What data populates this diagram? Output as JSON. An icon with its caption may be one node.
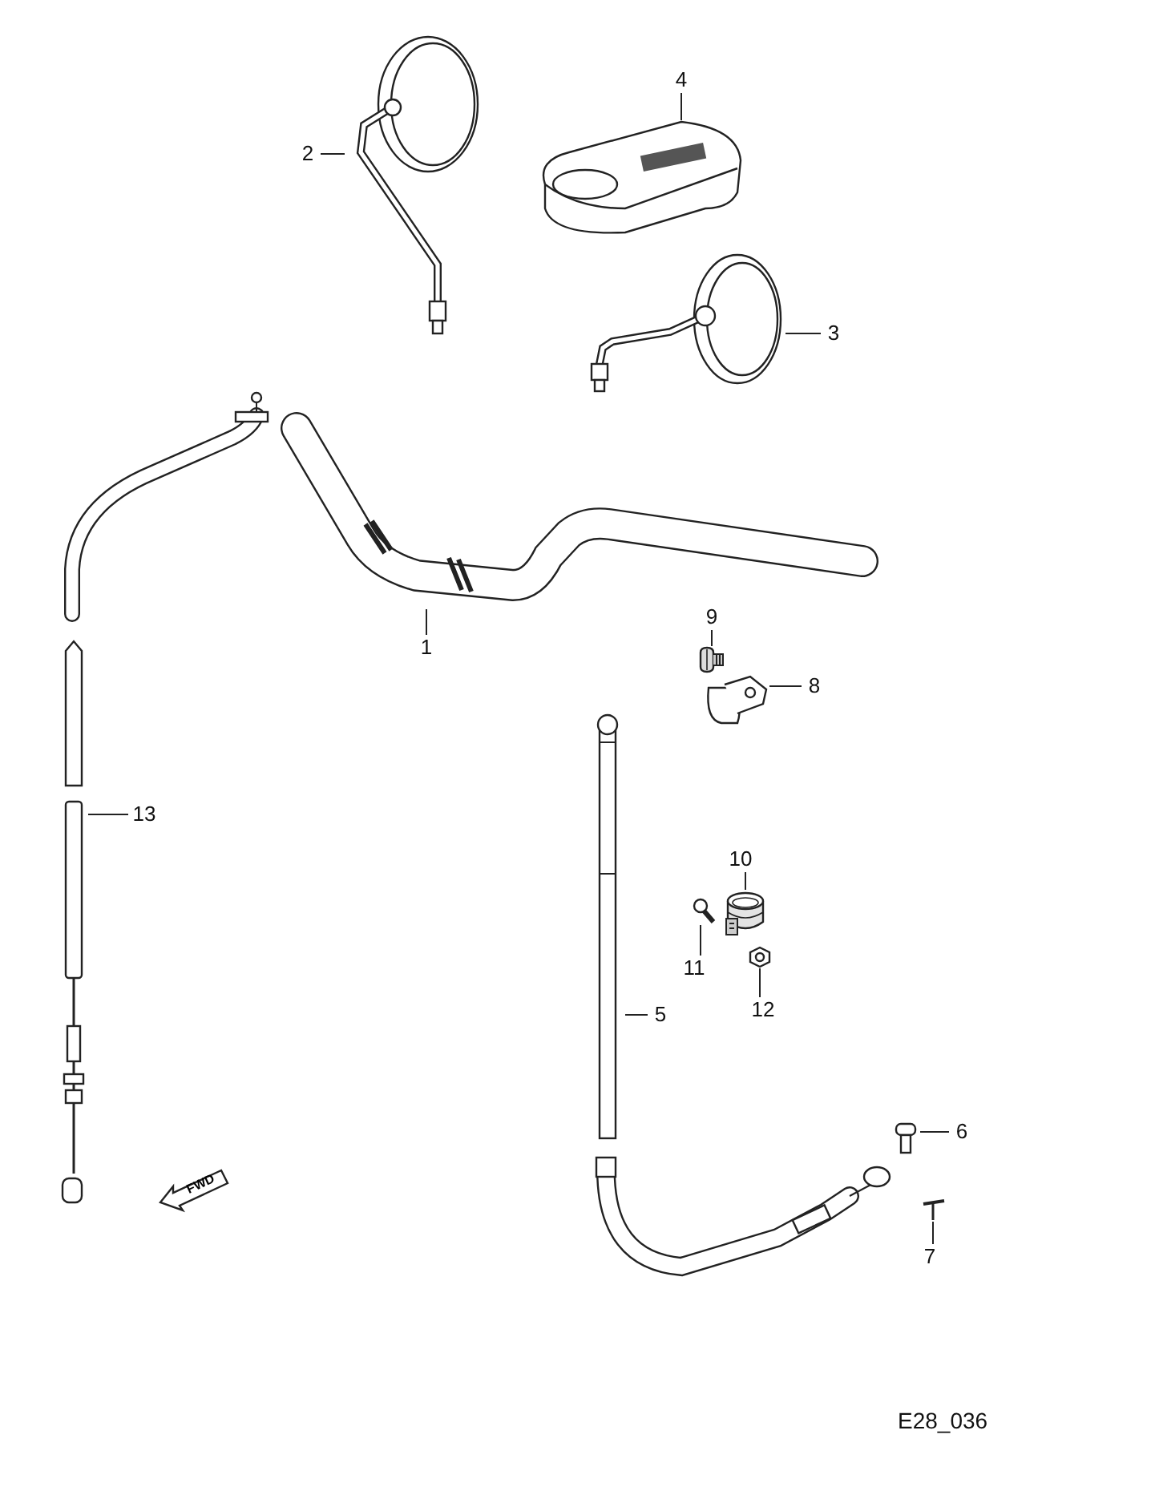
{
  "diagram": {
    "nodes": [
      {
        "text": [
          "4"
        ]
      },
      {
        "text": [],
        "shape": "picture"
      },
      {
        "text": [
          "2"
        ]
      },
      {
        "text": [],
        "shape": "picture"
      },
      {
        "text": [
          "3"
        ]
      },
      {
        "text": [],
        "shape": "picture"
      },
      {
        "text": [
          "1"
        ]
      },
      {
        "text": [],
        "shape": "picture"
      },
      {
        "text": [
          "9"
        ]
      },
      {
        "text": [],
        "shape": "picture"
      },
      {
        "text": [
          "8"
        ]
      },
      {
        "text": [],
        "shape": "picture"
      },
      {
        "text": [
          "13"
        ]
      },
      {
        "text": [],
        "shape": "picture"
      },
      {
        "text": [
          "10"
        ]
      },
      {
        "text": [],
        "shape": "picture"
      },
      {
        "text": [
          "11"
        ]
      },
      {
        "text": [],
        "shape": "picture"
      },
      {
        "text": [
          "12"
        ]
      },
      {
        "text": [],
        "shape": "picture"
      },
      {
        "text": [
          "5"
        ]
      },
      {
        "text": [],
        "shape": "picture"
      },
      {
        "text": [
          "6"
        ]
      },
      {
        "text": [],
        "shape": "picture"
      },
      {
        "text": [
          "7"
        ]
      },
      {
        "text": [],
        "shape": "picture"
      }
    ],
    "edges": [
      {
        "from": 0,
        "to": 1,
        "arrow": "none"
      },
      {
        "from": 2,
        "to": 3,
        "arrow": "none"
      },
      {
        "from": 4,
        "to": 5,
        "arrow": "none"
      },
      {
        "from": 6,
        "to": 7,
        "arrow": "none"
      },
      {
        "from": 8,
        "to": 9,
        "arrow": "none"
      },
      {
        "from": 10,
        "to": 11,
        "arrow": "none"
      },
      {
        "from": 12,
        "to": 13,
        "arrow": "none"
      },
      {
        "from": 14,
        "to": 15,
        "arrow": "none"
      },
      {
        "from": 16,
        "to": 17,
        "arrow": "none"
      },
      {
        "from": 18,
        "to": 19,
        "arrow": "none"
      },
      {
        "from": 20,
        "to": 21,
        "arrow": "none"
      },
      {
        "from": 22,
        "to": 23,
        "arrow": "none"
      },
      {
        "from": 24,
        "to": 25,
        "arrow": "none"
      }
    ],
    "labels": [
      "FWD",
      "E28_036"
    ]
  }
}
